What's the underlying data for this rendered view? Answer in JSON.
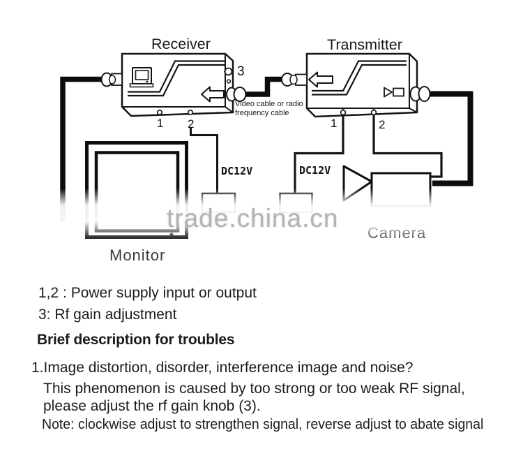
{
  "diagram": {
    "receiver": {
      "title": "Receiver",
      "port3_label": "3",
      "terminal1_label": "1",
      "terminal2_label": "2"
    },
    "transmitter": {
      "title": "Transmitter",
      "terminal1_label": "1",
      "terminal2_label": "2"
    },
    "cable_label_line1": "Video cable or radio",
    "cable_label_line2": "frequency cable",
    "power_left_label": "DC12V",
    "power_right_label": "DC12V",
    "monitor_label": "Monitor",
    "camera_label": "Camera",
    "watermark": "trade.china.cn"
  },
  "notes": {
    "line1": "1,2 : Power supply input or output",
    "line2": "3: Rf gain adjustment",
    "heading": "Brief description for troubles",
    "item1": "1.Image distortion, disorder, interference image and noise?",
    "item1_desc1": "This phenomenon is caused by too strong or too weak RF signal,",
    "item1_desc2": "please adjust the rf gain knob (3).",
    "item1_note": "Note: clockwise adjust to strengthen signal, reverse adjust to abate signal"
  },
  "colors": {
    "line": "#141414",
    "device_label": "#3a3a3a",
    "watermark": "#b4b4b4",
    "background": "#ffffff"
  }
}
